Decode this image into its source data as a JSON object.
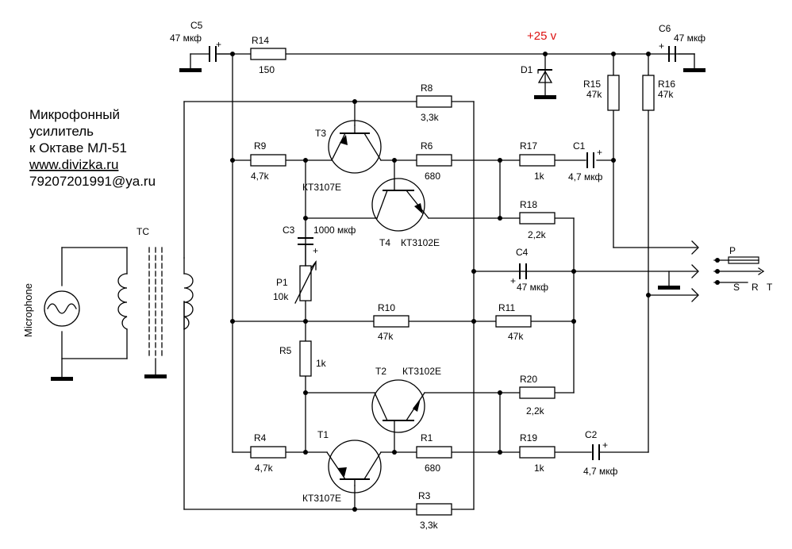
{
  "supply": {
    "label": "+25 v",
    "color": "#d11111"
  },
  "title_lines": [
    "Микрофонный",
    "усилитель",
    "к Октаве МЛ-51",
    "www.divizka.ru",
    "79207201991@ya.ru"
  ],
  "microphone": {
    "label": "Microphone"
  },
  "transformer": {
    "ref": "TC"
  },
  "capacitors": [
    {
      "ref": "C5",
      "value": "47 мкф"
    },
    {
      "ref": "C6",
      "value": "47 мкф"
    },
    {
      "ref": "C1",
      "value": "4,7 мкф"
    },
    {
      "ref": "C3",
      "value": "1000 мкф"
    },
    {
      "ref": "C4",
      "value": "47 мкф"
    },
    {
      "ref": "C2",
      "value": "4,7 мкф"
    }
  ],
  "resistors": [
    {
      "ref": "R14",
      "value": "150"
    },
    {
      "ref": "R8",
      "value": "3,3k"
    },
    {
      "ref": "R9",
      "value": "4,7k"
    },
    {
      "ref": "R6",
      "value": "680"
    },
    {
      "ref": "R17",
      "value": "1k"
    },
    {
      "ref": "R15",
      "value": "47k"
    },
    {
      "ref": "R16",
      "value": "47k"
    },
    {
      "ref": "R18",
      "value": "2,2k"
    },
    {
      "ref": "R10",
      "value": "47k"
    },
    {
      "ref": "R11",
      "value": "47k"
    },
    {
      "ref": "R5",
      "value": "1k"
    },
    {
      "ref": "R20",
      "value": "2,2k"
    },
    {
      "ref": "R4",
      "value": "4,7k"
    },
    {
      "ref": "R1",
      "value": "680"
    },
    {
      "ref": "R19",
      "value": "1k"
    },
    {
      "ref": "R3",
      "value": "3,3k"
    }
  ],
  "potentiometer": {
    "ref": "P1",
    "value": "10k"
  },
  "diode": {
    "ref": "D1"
  },
  "transistors": [
    {
      "ref": "T3",
      "part": "КТ3107Е"
    },
    {
      "ref": "T4",
      "part": "КТ3102Е"
    },
    {
      "ref": "T2",
      "part": "КТ3102Е"
    },
    {
      "ref": "T1",
      "part": "КТ3107Е"
    }
  ],
  "connector": {
    "pin_p": "P",
    "pin_s": "S",
    "pin_r": "R",
    "pin_t": "T"
  }
}
